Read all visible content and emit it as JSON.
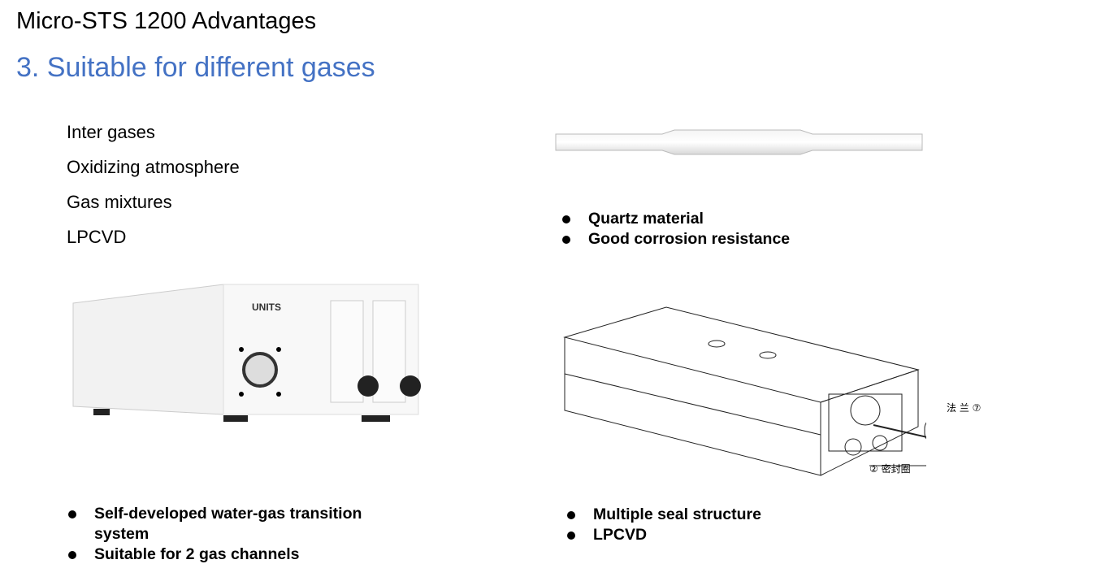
{
  "header": {
    "title": "Micro-STS 1200 Advantages",
    "subtitle": "3. Suitable for different gases"
  },
  "gases": [
    "Inter gases",
    "Oxidizing atmosphere",
    "Gas mixtures",
    "LPCVD"
  ],
  "tube": {
    "bullets": [
      "Quartz material",
      "Good corrosion resistance"
    ]
  },
  "device": {
    "brand": "UNITS",
    "bullets": [
      "Self-developed water-gas transition system",
      "Suitable for 2 gas channels"
    ]
  },
  "drawing": {
    "label_flange": "法 兰 ⑦",
    "label_seal": "② 密封圈",
    "bullets": [
      "Multiple seal structure",
      "LPCVD"
    ]
  }
}
